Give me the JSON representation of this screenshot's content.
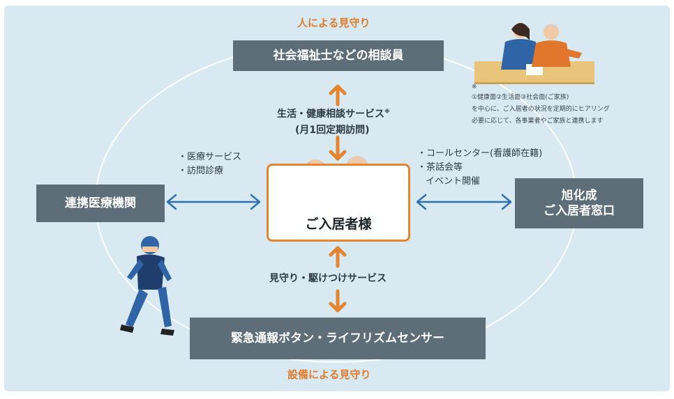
{
  "top_label": "人による見守り",
  "bottom_label": "設備による見守り",
  "boxes": {
    "counselor": "社会福祉士などの相談員",
    "medical": "連携医療機関",
    "asahi_line1": "旭化成",
    "asahi_line2": "ご入居者窓口",
    "emergency": "緊急通報ボタン・ライフリズムセンサー",
    "residents": "ご入居者様"
  },
  "services": {
    "consult_line1": "生活・健康相談サービス",
    "consult_mark": "※",
    "consult_line2": "(月1回定期訪問)",
    "watch": "見守り・駆けつけサービス",
    "medical_items": [
      "・医療サービス",
      "・訪問診療"
    ],
    "asahi_items": [
      "・コールセンター(看護師在籍)",
      "・茶話会等",
      "イベント開催"
    ]
  },
  "footnote": {
    "mark": "※",
    "lines": [
      "①健康面②生活面③社会面(ご家族)",
      "を中心に、ご入居者の状況を定期的にヒアリング",
      "必要に応じて、各事業者やご家族と連携します"
    ]
  },
  "colors": {
    "panel": "#d8e9f2",
    "box": "#5e6e79",
    "accent_orange": "#e07b2c",
    "arrow_blue": "#2f6fb3"
  }
}
